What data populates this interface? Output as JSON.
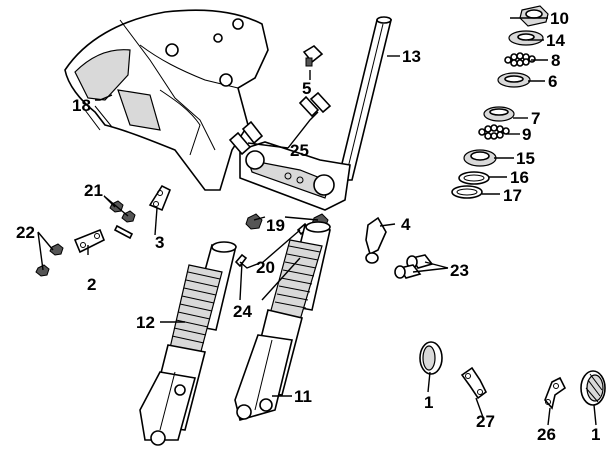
{
  "diagram": {
    "labels": {
      "p10": "10",
      "p14": "14",
      "p8": "8",
      "p6": "6",
      "p7": "7",
      "p9": "9",
      "p15": "15",
      "p16": "16",
      "p17": "17",
      "p13": "13",
      "p5": "5",
      "p25": "25",
      "p18": "18",
      "p21": "21",
      "p3": "3",
      "p22": "22",
      "p2": "2",
      "p19": "19",
      "p4": "4",
      "p20": "20",
      "p23": "23",
      "p24": "24",
      "p12": "12",
      "p11": "11",
      "p1a": "1",
      "p27": "27",
      "p26": "26",
      "p1b": "1"
    }
  }
}
